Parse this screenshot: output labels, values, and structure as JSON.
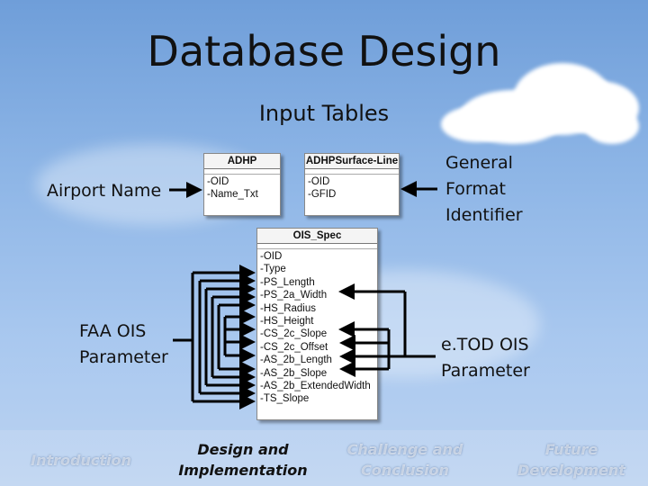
{
  "slide": {
    "title": "Database Design",
    "subtitle": "Input Tables"
  },
  "labels": {
    "airport_name": "Airport Name",
    "gfid_line1": "General",
    "gfid_line2": "Format",
    "gfid_line3": "Identifier",
    "faa_line1": "FAA OIS",
    "faa_line2": "Parameter",
    "etod_line1": "e.TOD OIS",
    "etod_line2": "Parameter"
  },
  "tables": {
    "adhp": {
      "name": "ADHP",
      "fields": [
        "-OID",
        "-Name_Txt"
      ]
    },
    "adhp_surface_line": {
      "name": "ADHPSurface-Line",
      "fields": [
        "-OID",
        "-GFID"
      ]
    },
    "ois_spec": {
      "name": "OIS_Spec",
      "fields": [
        "-OID",
        "-Type",
        "-PS_Length",
        "-PS_2a_Width",
        "-HS_Radius",
        "-HS_Height",
        "-CS_2c_Slope",
        "-CS_2c_Offset",
        "-AS_2b_Length",
        "-AS_2b_Slope",
        "-AS_2b_ExtendedWidth",
        "-TS_Slope"
      ]
    }
  },
  "nav": {
    "items": [
      {
        "line1": "Introduction",
        "line2": ""
      },
      {
        "line1": "Design and",
        "line2": "Implementation"
      },
      {
        "line1": "Challenge and",
        "line2": "Conclusion"
      },
      {
        "line1": "Future",
        "line2": "Development"
      }
    ],
    "active_index": 1
  },
  "colors": {
    "arrow": "#000000",
    "nav_active": "#111111",
    "nav_dim": "#ffffff"
  }
}
